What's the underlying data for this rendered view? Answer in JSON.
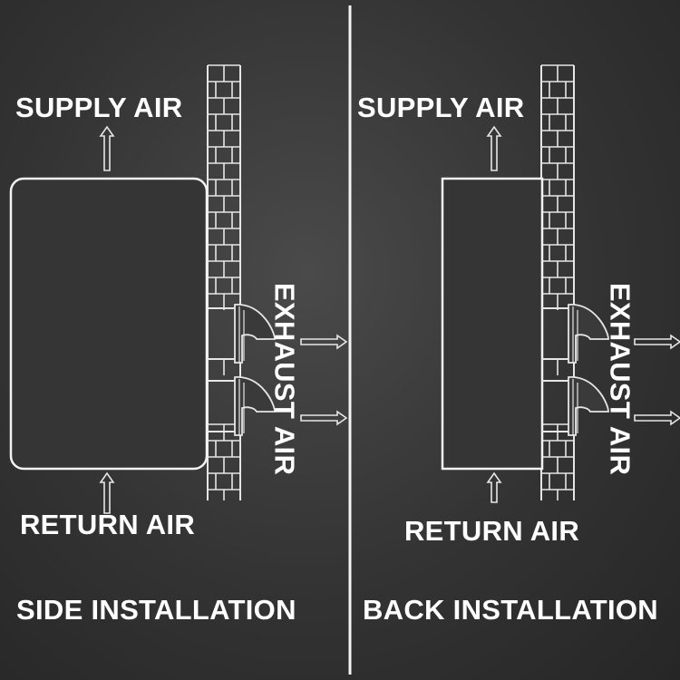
{
  "left_panel": {
    "supply_label": "SUPPLY AIR",
    "return_label": "RETURN AIR",
    "exhaust_label": "EXHAUST AIR",
    "caption": "SIDE INSTALLATION"
  },
  "right_panel": {
    "supply_label": "SUPPLY AIR",
    "return_label": "RETURN AIR",
    "exhaust_label": "EXHAUST AIR",
    "caption": "BACK INSTALLATION"
  },
  "colors": {
    "background": "#333333",
    "line": "#e6e6e6",
    "text": "#ffffff"
  }
}
